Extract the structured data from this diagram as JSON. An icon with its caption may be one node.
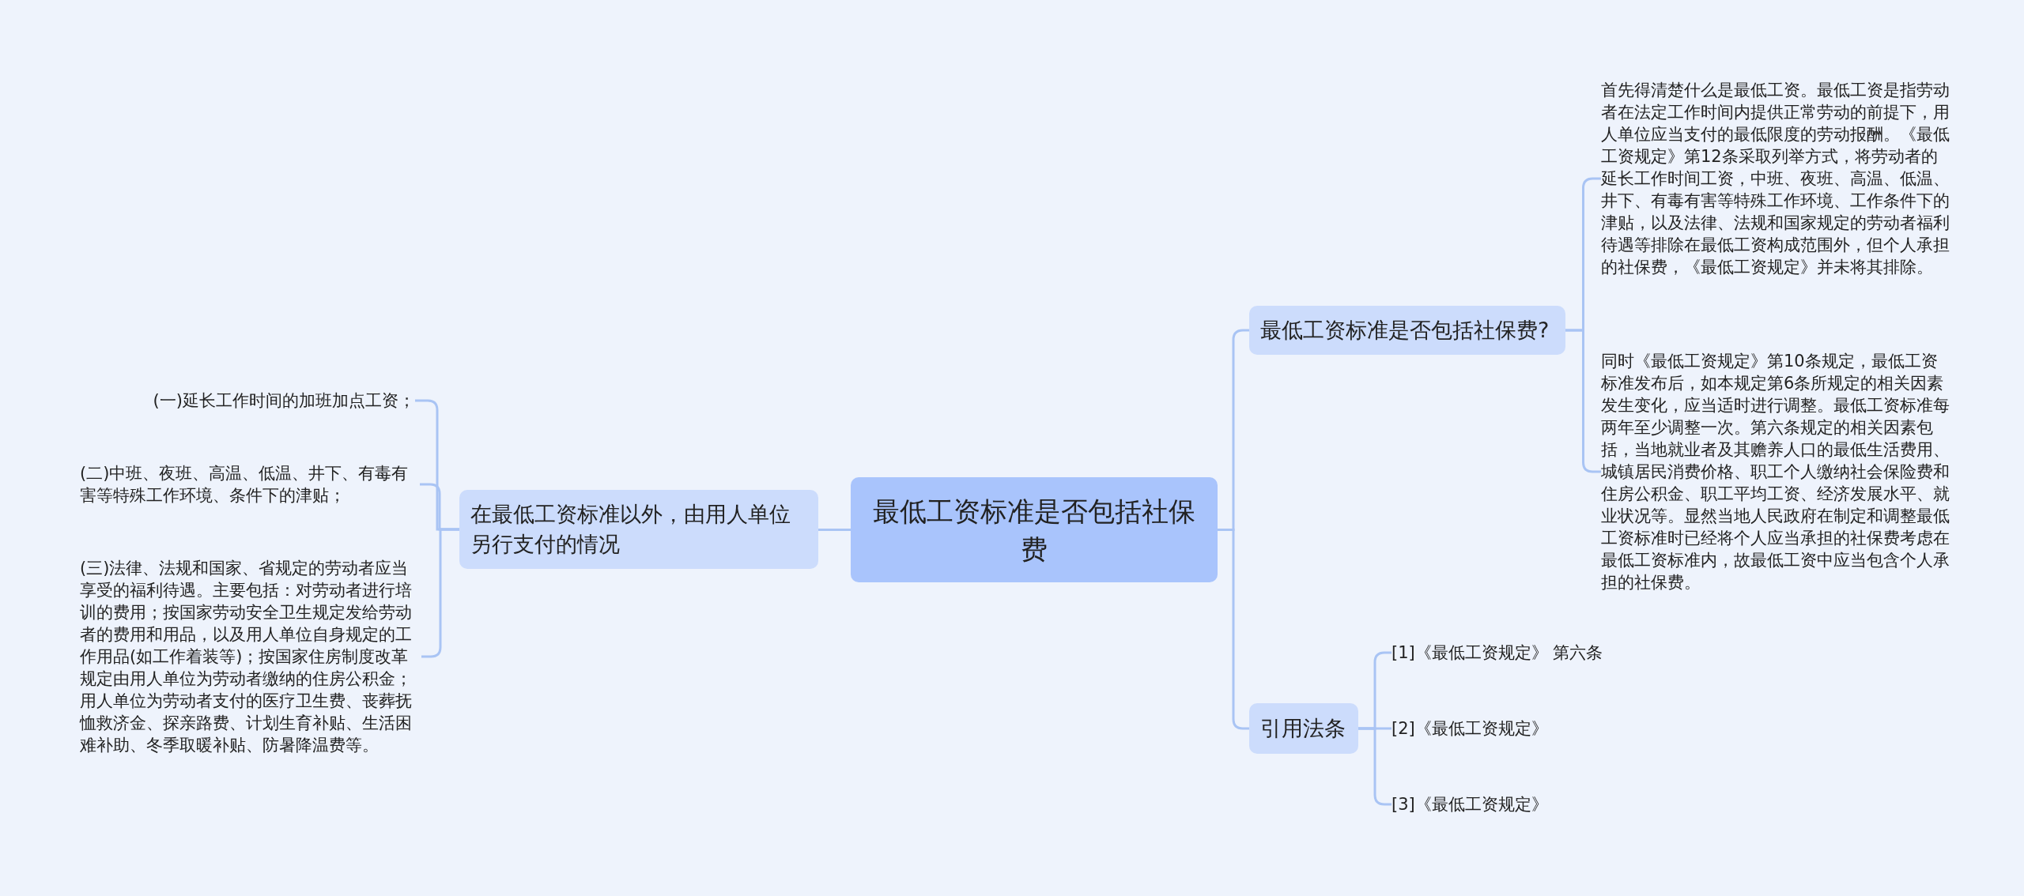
{
  "diagram": {
    "nodes": [
      {
        "text": [
          "最低工资标准是否包括社保费"
        ]
      },
      {
        "text": [
          "在最低工资标准以外，由用人单位另行支付的情况"
        ]
      },
      {
        "text": [
          "(一)延长工作时间的加班加点工资；"
        ]
      },
      {
        "text": [
          "(二)中班、夜班、高温、低温、井下、有毒有害等特殊工作环境、条件下的津贴；"
        ]
      },
      {
        "text": [
          "(三)法律、法规和国家、省规定的劳动者应当享受的福利待遇。主要包括：对劳动者进行培训的费用；按国家劳动安全卫生规定发给劳动者的费用和用品，以及用人单位自身规定的工作用品(如工作着装等)；按国家住房制度改革规定由用人单位为劳动者缴纳的住房公积金；用人单位为劳动者支付的医疗卫生费、丧葬抚恤救济金、探亲路费、计划生育补贴、生活困难补助、冬季取暖补贴、防暑降温费等。"
        ]
      },
      {
        "text": [
          "最低工资标准是否包括社保费?"
        ]
      },
      {
        "text": [
          "首先得清楚什么是最低工资。最低工资是指劳动者在法定工作时间内提供正常劳动的前提下，用人单位应当支付的最低限度的劳动报酬。《最低工资规定》第12条采取列举方式，将劳动者的延长工作时间工资，中班、夜班、高温、低温、井下、有毒有害等特殊工作环境、工作条件下的津贴，以及法律、法规和国家规定的劳动者福利待遇等排除在最低工资构成范围外，但个人承担的社保费，《最低工资规定》并未将其排除。"
        ]
      },
      {
        "text": [
          "同时《最低工资规定》第10条规定，最低工资标准发布后，如本规定第6条所规定的相关因素发生变化，应当适时进行调整。最低工资标准每两年至少调整一次。第六条规定的相关因素包括，当地就业者及其赡养人口的最低生活费用、城镇居民消费价格、职工个人缴纳社会保险费和住房公积金、职工平均工资、经济发展水平、就业状况等。显然当地人民政府在制定和调整最低工资标准时已经将个人应当承担的社保费考虑在最低工资标准内，故最低工资中应当包含个人承担的社保费。"
        ]
      },
      {
        "text": [
          "引用法条"
        ]
      },
      {
        "text": [
          "[1]《最低工资规定》 第六条"
        ]
      },
      {
        "text": [
          "[2]《最低工资规定》"
        ]
      },
      {
        "text": [
          "[3]《最低工资规定》"
        ]
      }
    ],
    "edges": [
      {
        "from": 0,
        "to": 1,
        "arrow": "none"
      },
      {
        "from": 0,
        "to": 5,
        "arrow": "none"
      },
      {
        "from": 0,
        "to": 8,
        "arrow": "none"
      },
      {
        "from": 1,
        "to": 2,
        "arrow": "none"
      },
      {
        "from": 1,
        "to": 3,
        "arrow": "none"
      },
      {
        "from": 1,
        "to": 4,
        "arrow": "none"
      },
      {
        "from": 5,
        "to": 6,
        "arrow": "none"
      },
      {
        "from": 5,
        "to": 7,
        "arrow": "none"
      },
      {
        "from": 8,
        "to": 9,
        "arrow": "none"
      },
      {
        "from": 8,
        "to": 10,
        "arrow": "none"
      },
      {
        "from": 8,
        "to": 11,
        "arrow": "none"
      }
    ]
  }
}
